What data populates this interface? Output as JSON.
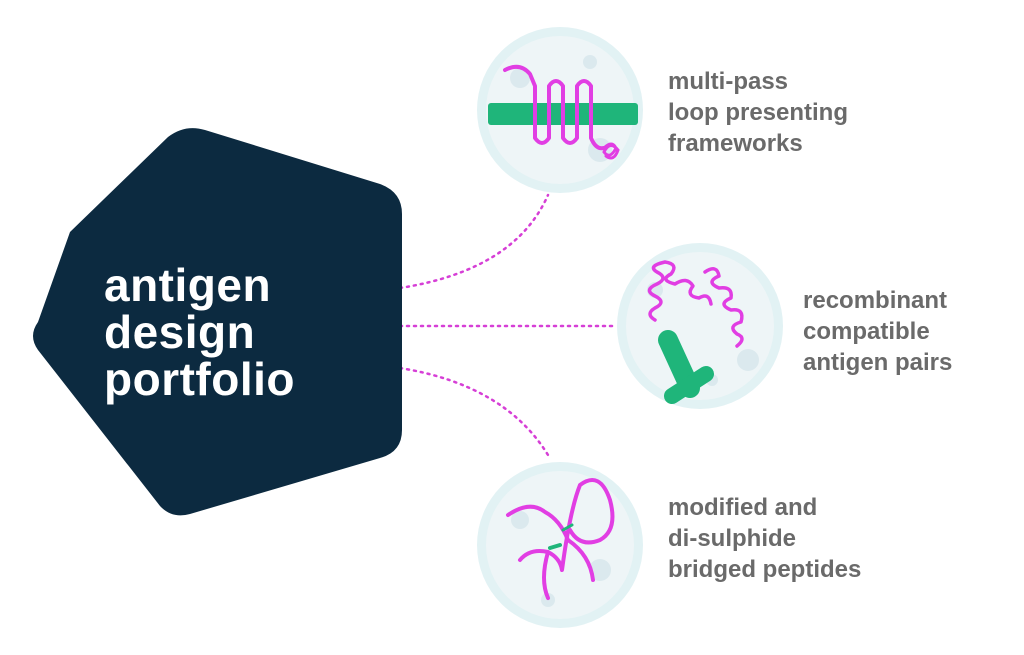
{
  "title": [
    "antigen",
    "design",
    "portfolio"
  ],
  "items": [
    {
      "icon": "transmembrane-protein-icon",
      "lines": [
        "multi-pass",
        "loop presenting",
        "frameworks"
      ]
    },
    {
      "icon": "helical-antigen-pair-icon",
      "lines": [
        "recombinant",
        "compatible",
        "antigen pairs"
      ]
    },
    {
      "icon": "disulphide-peptide-icon",
      "lines": [
        "modified and",
        "di-sulphide",
        "bridged peptides"
      ]
    }
  ],
  "colors": {
    "pentagon": "#0c2a40",
    "title_text": "#ffffff",
    "connector": "#d63fd6",
    "magenta": "#e13ee3",
    "green": "#1fb57a",
    "circle_fill": "#eef5f7",
    "circle_ring": "#e2f2f4",
    "caption_text": "#6a6a6a"
  }
}
